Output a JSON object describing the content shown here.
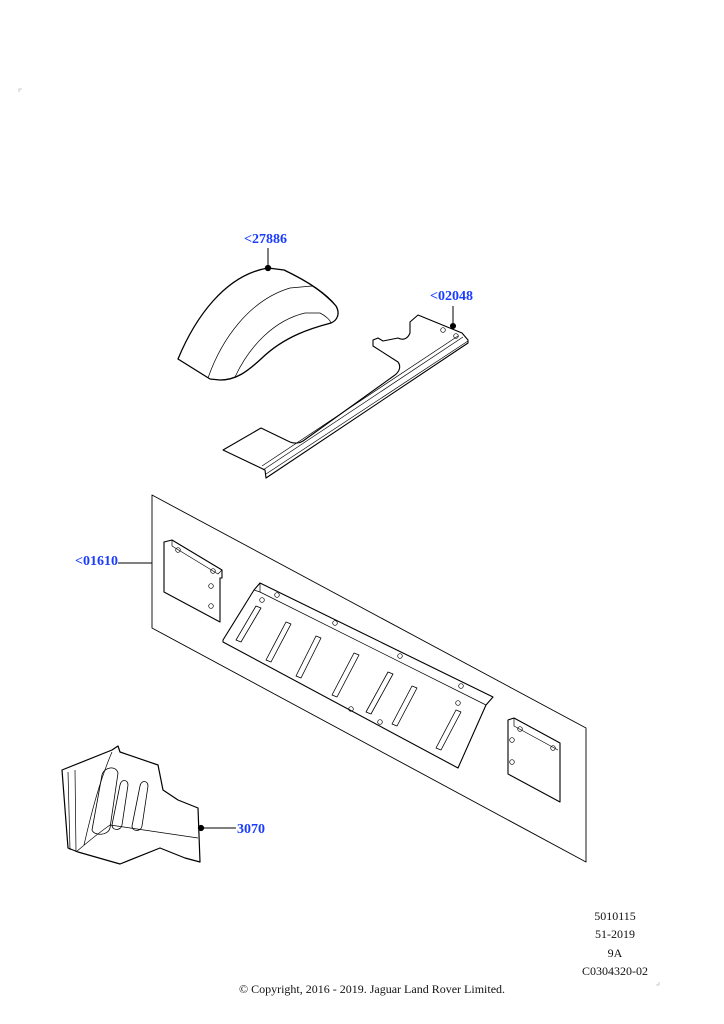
{
  "callouts": {
    "fender": "<27886",
    "rail": "<02048",
    "panel": "<01610",
    "bracket": "3070"
  },
  "meta": {
    "line1": "5010115",
    "line2": "51-2019",
    "line3": "9A",
    "line4": "C0304320-02"
  },
  "copyright": "© Copyright, 2016 - 2019. Jaguar Land Rover Limited.",
  "colors": {
    "callout": "#1a3cff",
    "line": "#000000"
  }
}
